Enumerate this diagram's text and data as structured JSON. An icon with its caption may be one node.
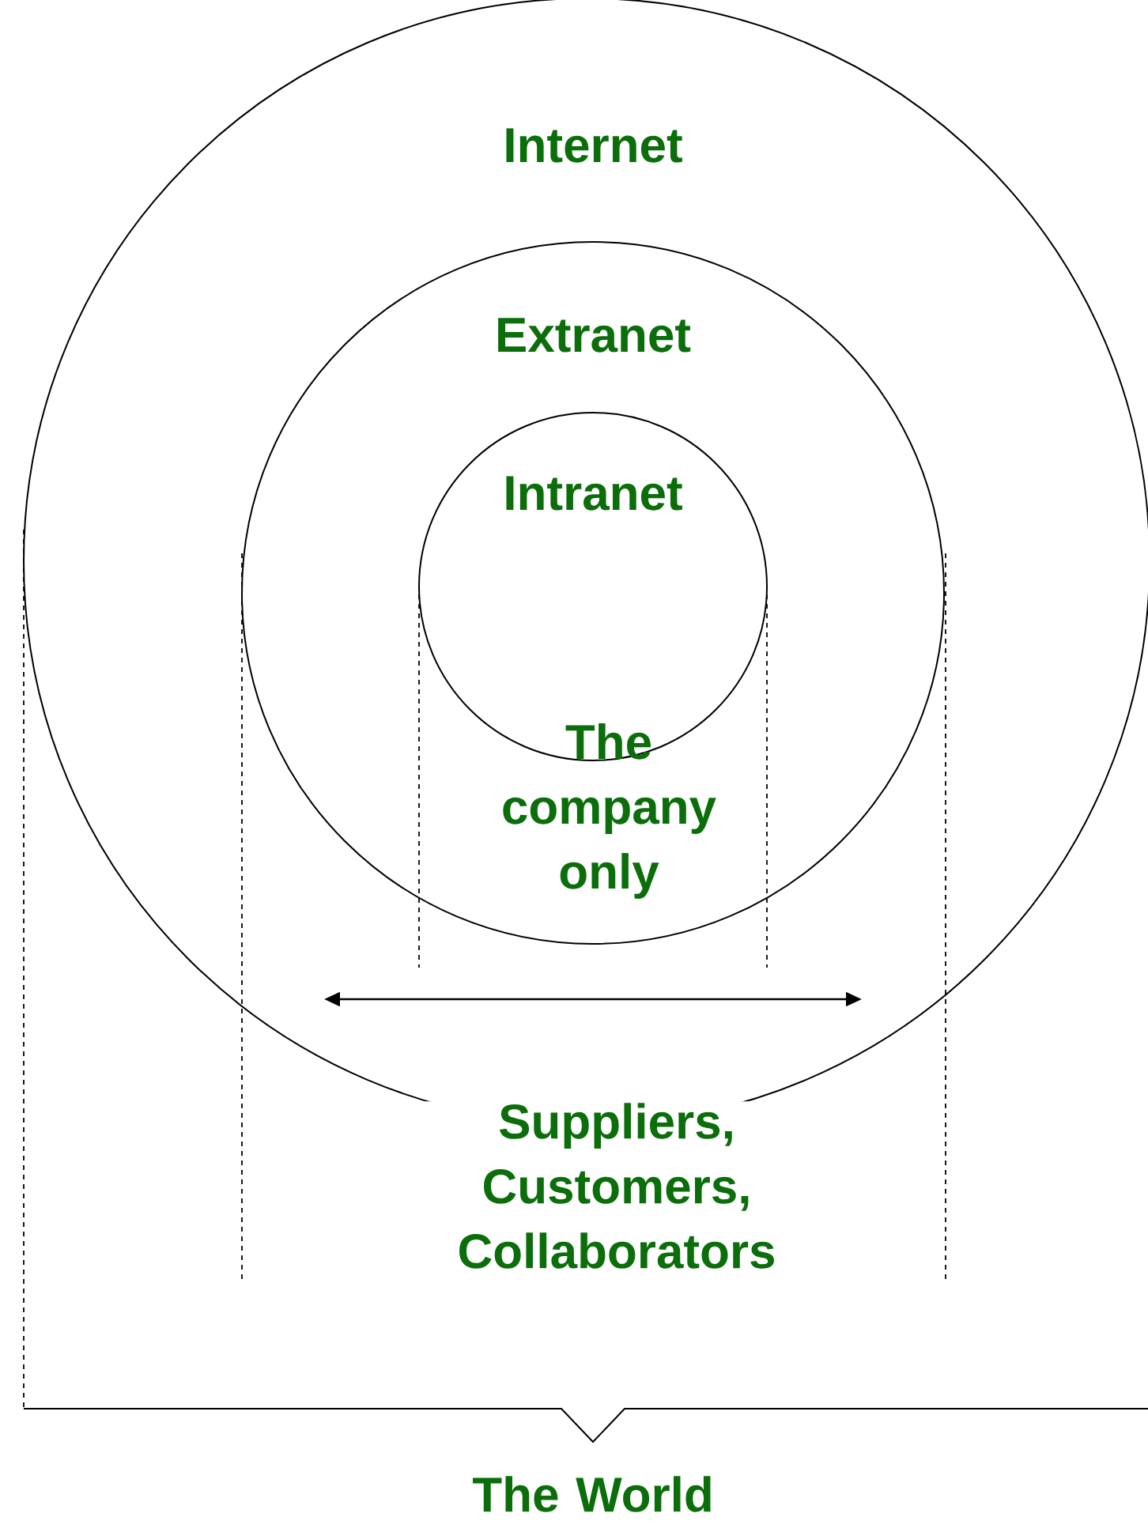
{
  "diagram": {
    "nodes": [
      {
        "text": [
          "Internet"
        ]
      },
      {
        "text": [
          "Extranet"
        ],
        "in": 0
      },
      {
        "text": [
          "Intranet"
        ],
        "in": 1
      }
    ],
    "labels": [
      "The company only",
      "Suppliers, Customers, Collaborators",
      "The World"
    ]
  }
}
